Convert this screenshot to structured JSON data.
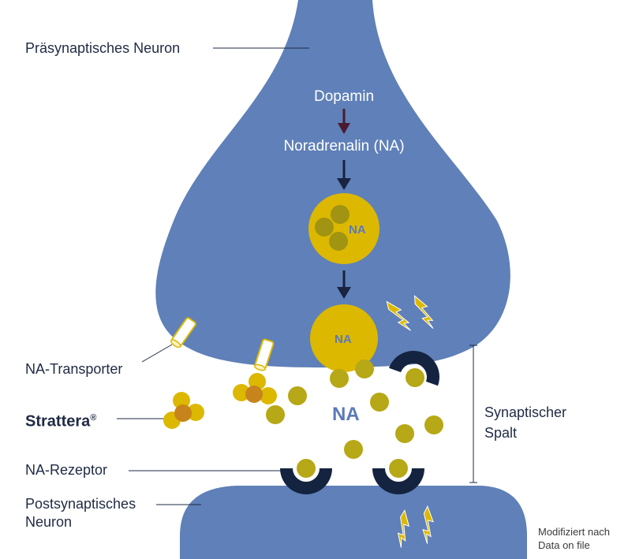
{
  "labels": {
    "presynaptic": "Präsynaptisches Neuron",
    "dopamine": "Dopamin",
    "noradrenaline": "Noradrenalin (NA)",
    "vesicle_na": "NA",
    "released_vesicle_na": "NA",
    "cleft_na": "NA",
    "transporter": "NA-Transporter",
    "strattera": "Strattera",
    "strattera_mark": "®",
    "receptor": "NA-Rezeptor",
    "postsynaptic_line1": "Postsynaptisches",
    "postsynaptic_line2": "Neuron",
    "cleft_line1": "Synaptischer",
    "cleft_line2": "Spalt",
    "source_line1": "Modifiziert nach",
    "source_line2": "Data on file"
  },
  "colors": {
    "neuron": "#5f80b8",
    "vesicle": "#dcb800",
    "molecule": "#b6a816",
    "molecule_dark": "#a09412",
    "receptor": "#14233f",
    "arrow_dark": "#1a2340",
    "arrow_dopamine": "#4a1a30",
    "strattera_core": "#c8841c",
    "spark": "#dcb800"
  }
}
